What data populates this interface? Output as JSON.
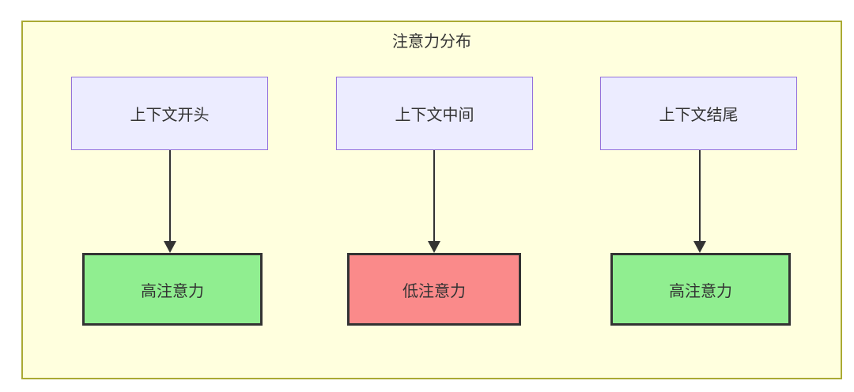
{
  "diagram": {
    "title": "注意力分布",
    "type": "flowchart",
    "columns": [
      {
        "top": {
          "label": "上下文开头",
          "kind": "context"
        },
        "arrow": {
          "from": "上下文开头",
          "to": "高注意力",
          "direction": "down"
        },
        "bottom": {
          "label": "高注意力",
          "kind": "high-attention"
        }
      },
      {
        "top": {
          "label": "上下文中间",
          "kind": "context"
        },
        "arrow": {
          "from": "上下文中间",
          "to": "低注意力",
          "direction": "down"
        },
        "bottom": {
          "label": "低注意力",
          "kind": "low-attention"
        }
      },
      {
        "top": {
          "label": "上下文结尾",
          "kind": "context"
        },
        "arrow": {
          "from": "上下文结尾",
          "to": "高注意力",
          "direction": "down"
        },
        "bottom": {
          "label": "高注意力",
          "kind": "high-attention"
        }
      }
    ],
    "colors": {
      "container_fill": "#FFFFDE",
      "container_border": "#AAAA33",
      "context_node_fill": "#ECECFF",
      "context_node_border": "#9370DB",
      "high_attention_fill": "#90EE90",
      "low_attention_fill": "#FA8A8A",
      "result_node_border": "#333333",
      "arrow_color": "#333333",
      "text_color": "#333333"
    }
  }
}
